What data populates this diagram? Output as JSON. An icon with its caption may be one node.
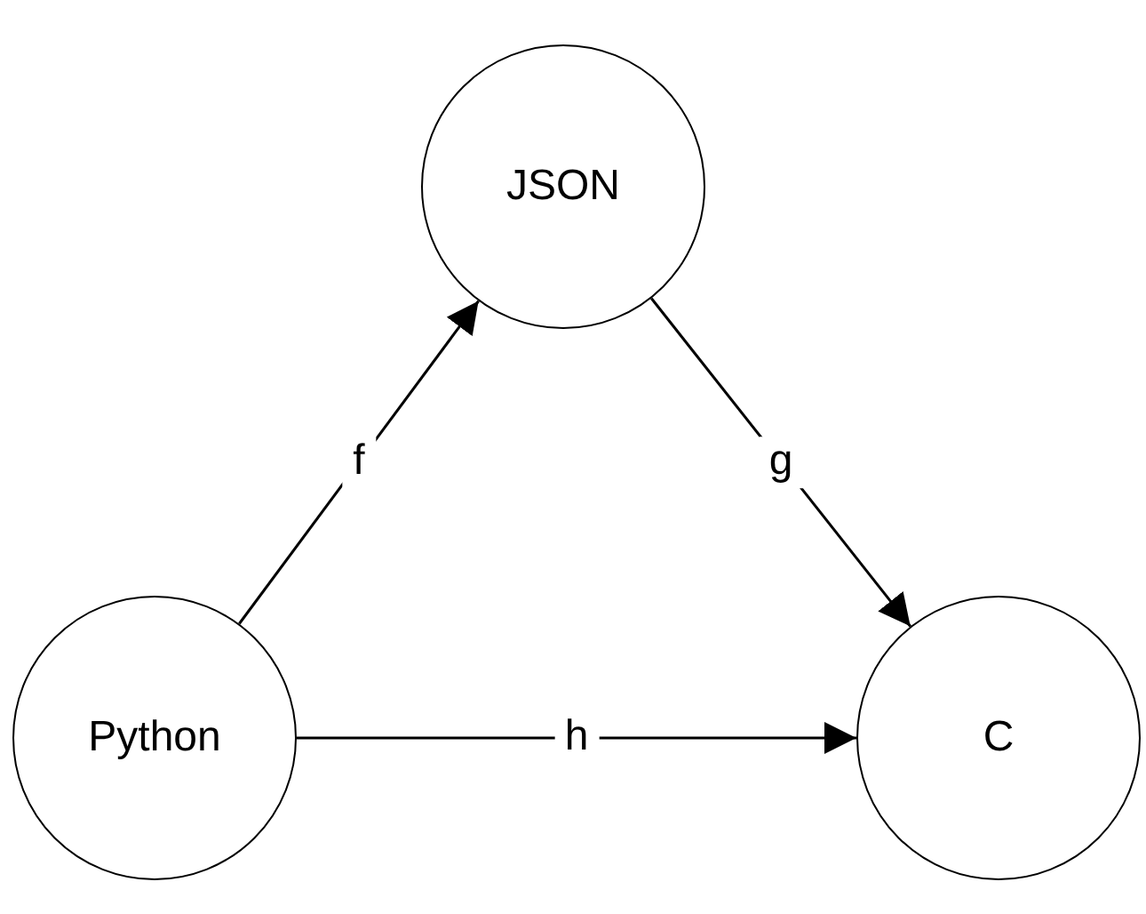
{
  "diagram": {
    "nodes": [
      {
        "text": [
          "JSON"
        ]
      },
      {
        "text": [
          "Python"
        ]
      },
      {
        "text": [
          "C"
        ]
      }
    ],
    "edges": [
      {
        "from": 1,
        "to": 0,
        "arrow": "to",
        "label": "f"
      },
      {
        "from": 0,
        "to": 2,
        "arrow": "to",
        "label": "g"
      },
      {
        "from": 1,
        "to": 2,
        "arrow": "to",
        "label": "h"
      }
    ]
  }
}
